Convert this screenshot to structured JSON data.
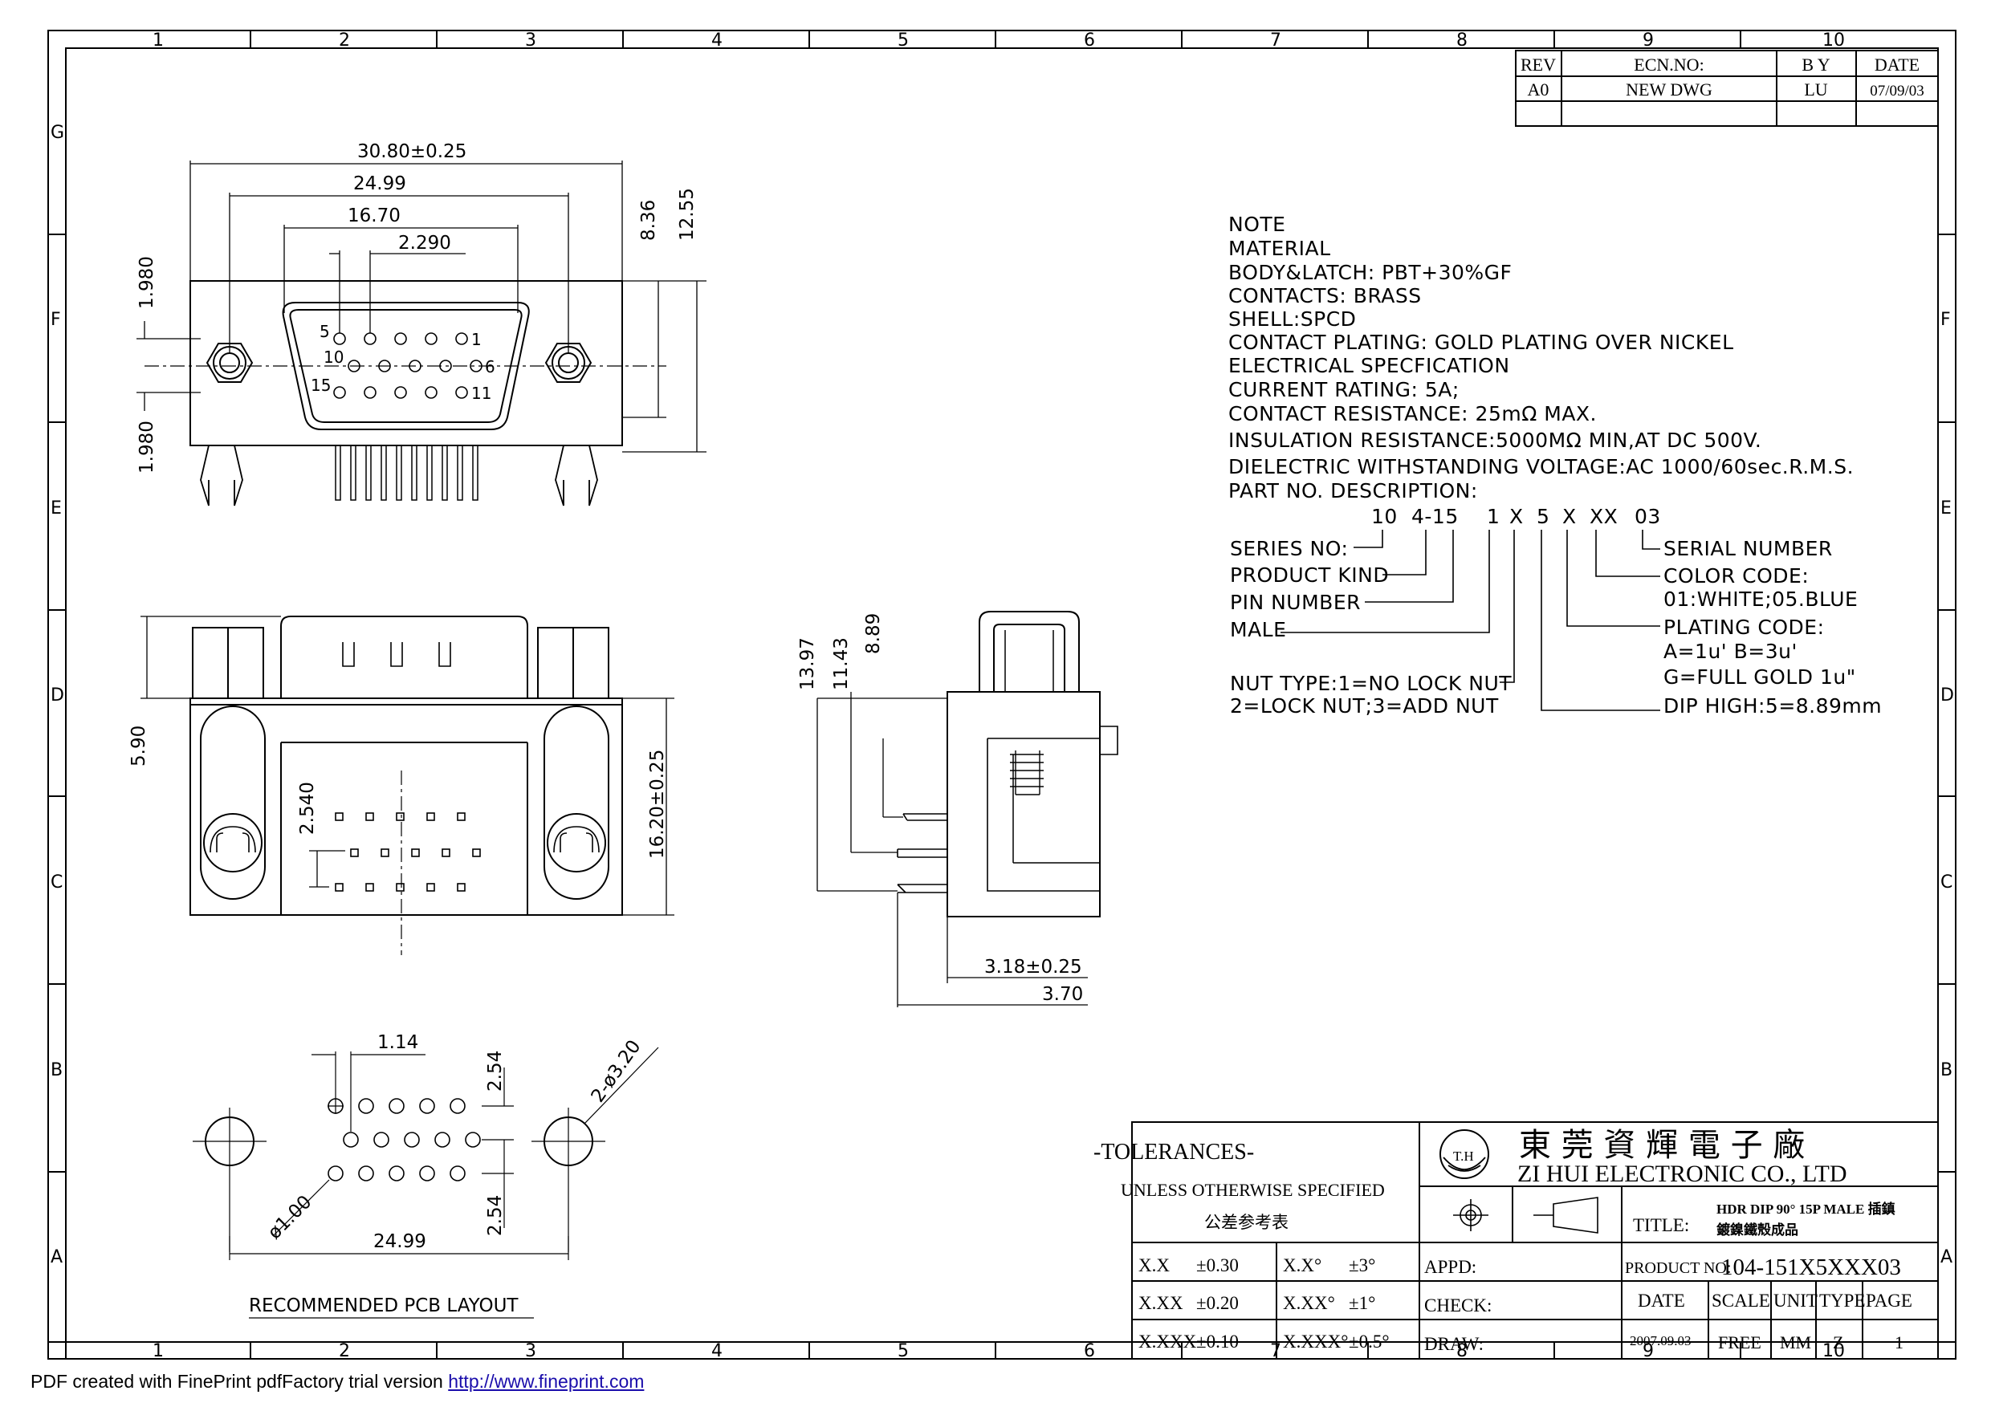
{
  "grid": {
    "columns": [
      "1",
      "2",
      "3",
      "4",
      "5",
      "6",
      "7",
      "8",
      "9",
      "10"
    ],
    "rows": [
      "G",
      "F",
      "E",
      "D",
      "C",
      "B",
      "A"
    ]
  },
  "revision": {
    "headers": [
      "REV",
      "ECN.NO:",
      "B Y",
      "DATE"
    ],
    "rows": [
      [
        "A0",
        "NEW DWG",
        "LU",
        "07/09/03"
      ]
    ]
  },
  "dims": {
    "top_overall": "30.80±0.25",
    "top_2499": "24.99",
    "top_1670": "16.70",
    "top_2290": "2.290",
    "top_836": "8.36",
    "top_1255": "12.55",
    "left_1980_a": "1.980",
    "left_1980_b": "1.980",
    "pin5": "5",
    "pin1": "1",
    "pin10": "10",
    "pin6": "6",
    "pin15": "15",
    "pin11": "11",
    "front_590": "5.90",
    "front_1620": "16.20±0.25",
    "front_2540": "2.540",
    "side_1397": "13.97",
    "side_1143": "11.43",
    "side_889": "8.89",
    "side_318": "3.18±0.25",
    "side_370": "3.70",
    "pcb_114": "1.14",
    "pcb_254_a": "2.54",
    "pcb_254_b": "2.54",
    "pcb_2499": "24.99",
    "pcb_hole": "2-ø3.20",
    "pcb_pin": "ø1.00",
    "pcb_caption": "RECOMMENDED PCB LAYOUT"
  },
  "notes": {
    "lines": [
      "NOTE",
      "MATERIAL",
      "BODY&LATCH: PBT+30%GF",
      "CONTACTS: BRASS",
      "SHELL:SPCD",
      "CONTACT PLATING: GOLD PLATING OVER NICKEL",
      "ELECTRICAL SPECFICATION",
      "CURRENT RATING: 5A;",
      "CONTACT RESISTANCE: 25mΩ MAX.",
      "INSULATION RESISTANCE:5000MΩ MIN,AT DC 500V.",
      "DIELECTRIC WITHSTANDING VOLTAGE:AC 1000/60sec.R.M.S.",
      "PART NO. DESCRIPTION:"
    ],
    "part_code": [
      "10",
      "4-15",
      "1",
      "X",
      "5",
      "X",
      "XX",
      "03"
    ],
    "left_labels": [
      "SERIES NO:",
      "PRODUCT KIND",
      "PIN NUMBER",
      "MALE",
      "NUT TYPE:1=NO LOCK NUT",
      "2=LOCK NUT;3=ADD NUT"
    ],
    "right_labels": [
      "SERIAL NUMBER",
      "COLOR CODE:",
      "01:WHITE;05.BLUE",
      "PLATING CODE:",
      "A=1u' B=3u'",
      "G=FULL GOLD 1u\"",
      "DIP HIGH:5=8.89mm"
    ]
  },
  "title_block": {
    "tolerances_title": "-TOLERANCES-",
    "unless": "UNLESS OTHERWISE SPECIFIED",
    "cn_ref": "公差参考表",
    "tol_rows": [
      [
        "X.X",
        "±0.30",
        "X.X°",
        "±3°"
      ],
      [
        "X.XX",
        "±0.20",
        "X.XX°",
        "±1°"
      ],
      [
        "X.XXX",
        "±0.10",
        "X.XXX°",
        "±0.5°"
      ]
    ],
    "logo": "T.H",
    "company_cn": "東 莞 資 輝 電 子 廠",
    "company_en": "ZI HUI ELECTRONIC CO., LTD",
    "title_label": "TITLE:",
    "title_line1": "HDR DIP 90° 15P MALE 插鎮",
    "title_line2": "鍍鎳鐵殼成品",
    "appd": "APPD:",
    "check": "CHECK:",
    "draw": "DRAW:",
    "product_label": "PRODUCT NO:",
    "product_no": "104-151X5XXX03",
    "info_headers": [
      "DATE",
      "SCALE",
      "UNIT",
      "TYPE",
      "PAGE"
    ],
    "info_values": [
      "2007.09.03",
      "FREE",
      "MM",
      "Z",
      "1"
    ]
  },
  "footer": {
    "text": "PDF created with FinePrint pdfFactory trial version ",
    "link": "http://www.fineprint.com"
  }
}
